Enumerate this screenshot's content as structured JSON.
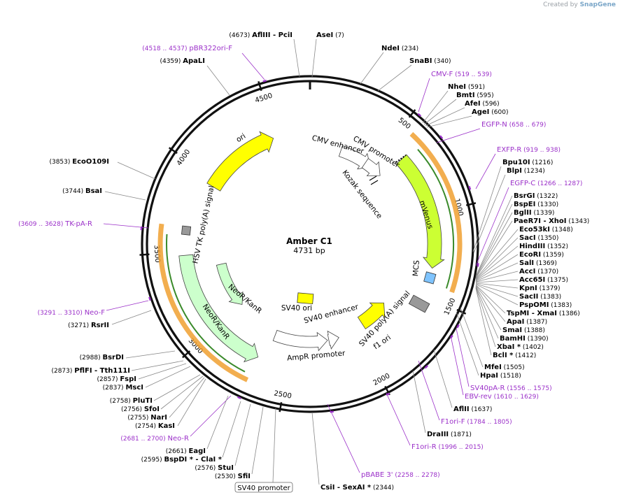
{
  "credit": {
    "prefix": "Created by",
    "brand": "SnapGene"
  },
  "plasmid": {
    "name": "Amber C1",
    "length": "4731 bp",
    "total": 4731
  },
  "backbone_ticks": [
    "500",
    "1000",
    "1500",
    "2000",
    "2500",
    "3000",
    "3500",
    "4000",
    "4500"
  ],
  "features": [
    {
      "label": "ori",
      "color": "#ffff00"
    },
    {
      "label": "CMV enhancer",
      "color": "#ffffff"
    },
    {
      "label": "CMV promoter",
      "color": "#ffffff"
    },
    {
      "label": "Kozak sequence",
      "color": "#000000"
    },
    {
      "label": "mVenus",
      "color": "#ccff33"
    },
    {
      "label": "MCS",
      "color": "#7fc4ff"
    },
    {
      "label": "SV40 poly(A) signal",
      "color": "#999999"
    },
    {
      "label": "f1 ori",
      "color": "#ffff00"
    },
    {
      "label": "AmpR promoter",
      "color": "#ffffff"
    },
    {
      "label": "SV40 ori",
      "color": "#ffff00"
    },
    {
      "label": "SV40 enhancer",
      "color": "#ffffff"
    },
    {
      "label": "NeoR/KanR",
      "color": "#ccffcc"
    },
    {
      "label": "HSV TK poly(A) signal",
      "color": "#999999"
    }
  ],
  "primers": [
    {
      "name": "pBR322ori-F",
      "range": "(4518 .. 4537)"
    },
    {
      "name": "CMV-F",
      "range": "(519 .. 539)"
    },
    {
      "name": "EGFP-N",
      "range": "(658 .. 679)"
    },
    {
      "name": "EXFP-R",
      "range": "(919 .. 938)"
    },
    {
      "name": "EGFP-C",
      "range": "(1266 .. 1287)"
    },
    {
      "name": "SV40pA-R",
      "range": "(1556 .. 1575)"
    },
    {
      "name": "EBV-rev",
      "range": "(1610 .. 1629)"
    },
    {
      "name": "F1ori-F",
      "range": "(1784 .. 1805)"
    },
    {
      "name": "F1ori-R",
      "range": "(1996 .. 2015)"
    },
    {
      "name": "pBABE 3'",
      "range": "(2258 .. 2278)"
    },
    {
      "name": "Neo-R",
      "range": "(2681 .. 2700)"
    },
    {
      "name": "Neo-F",
      "range": "(3291 .. 3310)"
    },
    {
      "name": "TK-pA-R",
      "range": "(3609 .. 3628)"
    }
  ],
  "sites": [
    {
      "name": "AflIII",
      "extra": "PciI",
      "pos": "(4673)"
    },
    {
      "name": "AseI",
      "pos": "(7)"
    },
    {
      "name": "NdeI",
      "pos": "(234)"
    },
    {
      "name": "SnaBI",
      "pos": "(340)"
    },
    {
      "name": "ApaLI",
      "pos": "(4359)"
    },
    {
      "name": "NheI",
      "pos": "(591)"
    },
    {
      "name": "BmtI",
      "pos": "(595)"
    },
    {
      "name": "AfeI",
      "pos": "(596)"
    },
    {
      "name": "AgeI",
      "pos": "(600)"
    },
    {
      "name": "Bpu10I",
      "pos": "(1216)"
    },
    {
      "name": "BlpI",
      "pos": "(1234)"
    },
    {
      "name": "EcoO109I",
      "pos": "(3853)"
    },
    {
      "name": "BsaI",
      "pos": "(3744)"
    },
    {
      "name": "BsrGI",
      "pos": "(1322)"
    },
    {
      "name": "BspEI",
      "pos": "(1330)"
    },
    {
      "name": "BglII",
      "pos": "(1339)"
    },
    {
      "name": "PaeR7I",
      "extra": "XhoI",
      "pos": "(1343)"
    },
    {
      "name": "Eco53kI",
      "pos": "(1348)"
    },
    {
      "name": "SacI",
      "pos": "(1350)"
    },
    {
      "name": "HindIII",
      "pos": "(1352)"
    },
    {
      "name": "EcoRI",
      "pos": "(1359)"
    },
    {
      "name": "SalI",
      "pos": "(1369)"
    },
    {
      "name": "AccI",
      "pos": "(1370)"
    },
    {
      "name": "Acc65I",
      "pos": "(1375)"
    },
    {
      "name": "KpnI",
      "pos": "(1379)"
    },
    {
      "name": "SacII",
      "pos": "(1383)"
    },
    {
      "name": "PspOMI",
      "pos": "(1383)"
    },
    {
      "name": "TspMI",
      "extra": "XmaI",
      "pos": "(1386)"
    },
    {
      "name": "ApaI",
      "pos": "(1387)"
    },
    {
      "name": "SmaI",
      "pos": "(1388)"
    },
    {
      "name": "BamHI",
      "pos": "(1390)"
    },
    {
      "name": "XbaI *",
      "pos": "(1402)"
    },
    {
      "name": "BclI *",
      "pos": "(1412)"
    },
    {
      "name": "MfeI",
      "pos": "(1505)"
    },
    {
      "name": "HpaI",
      "pos": "(1518)"
    },
    {
      "name": "AflII",
      "pos": "(1637)"
    },
    {
      "name": "DraIII",
      "pos": "(1871)"
    },
    {
      "name": "RsrII",
      "pos": "(3271)"
    },
    {
      "name": "BsrDI",
      "pos": "(2988)"
    },
    {
      "name": "PflFI",
      "extra": "Tth111I",
      "pos": "(2873)"
    },
    {
      "name": "FspI",
      "pos": "(2857)"
    },
    {
      "name": "MscI",
      "pos": "(2837)"
    },
    {
      "name": "PluTI",
      "pos": "(2758)"
    },
    {
      "name": "SfoI",
      "pos": "(2756)"
    },
    {
      "name": "NarI",
      "pos": "(2755)"
    },
    {
      "name": "KasI",
      "pos": "(2754)"
    },
    {
      "name": "EagI",
      "pos": "(2661)"
    },
    {
      "name": "BspDI *",
      "extra": "ClaI *",
      "pos": "(2595)"
    },
    {
      "name": "StuI",
      "pos": "(2576)"
    },
    {
      "name": "SfiI",
      "pos": "(2530)"
    },
    {
      "name": "CsiI",
      "extra": "SexAI *",
      "pos": "(2344)"
    }
  ],
  "boxed_label": "SV40 promoter"
}
